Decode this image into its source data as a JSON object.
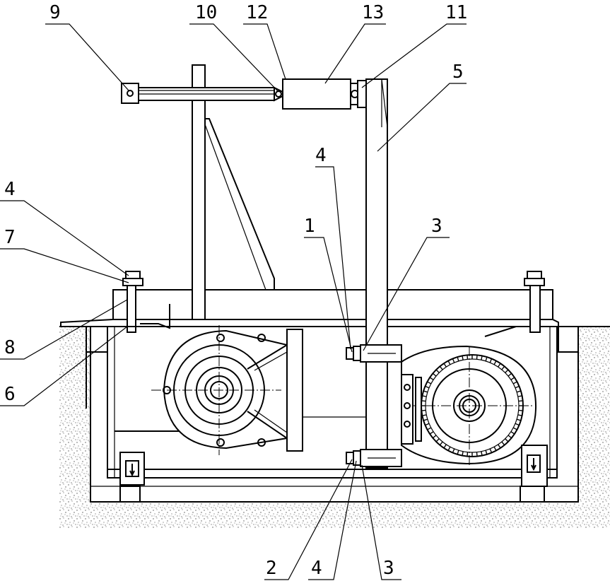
{
  "callouts": [
    {
      "id": "c9",
      "text": "9"
    },
    {
      "id": "c10",
      "text": "10"
    },
    {
      "id": "c12",
      "text": "12"
    },
    {
      "id": "c13",
      "text": "13"
    },
    {
      "id": "c11",
      "text": "11"
    },
    {
      "id": "c5",
      "text": "5"
    },
    {
      "id": "c4top",
      "text": "4"
    },
    {
      "id": "c4left",
      "text": "4"
    },
    {
      "id": "c7",
      "text": "7"
    },
    {
      "id": "c1",
      "text": "1"
    },
    {
      "id": "c3top",
      "text": "3"
    },
    {
      "id": "c8",
      "text": "8"
    },
    {
      "id": "c6",
      "text": "6"
    },
    {
      "id": "c2",
      "text": "2"
    },
    {
      "id": "c4bot",
      "text": "4"
    },
    {
      "id": "c3bot",
      "text": "3"
    }
  ]
}
